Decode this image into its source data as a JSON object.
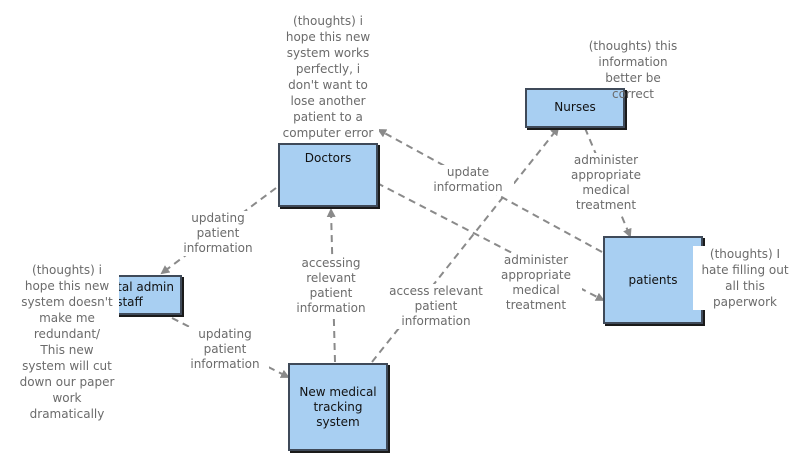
{
  "nodes": {
    "doctors": "Doctors",
    "nurses": "Nurses",
    "patients": "patients",
    "admin_staff": "hospital admin\nstaff",
    "tracking_system": "New medical\ntracking\nsystem"
  },
  "thoughts": {
    "doctors": "(thoughts) i\nhope this new\nsystem works\nperfectly, i\ndon't want to\nlose another\npatient to a\ncomputer error",
    "nurses": "(thoughts) this\ninformation\nbetter be\ncorrect",
    "patients": "(thoughts) I\nhate filling out\nall this\npaperwork",
    "admin_staff": "(thoughts) i\nhope this new\nsystem doesn't\nmake me\nredundant/\nThis new\nsystem will cut\ndown our paper\nwork\ndramatically"
  },
  "edges": {
    "doctors_to_admin": "updating\npatient\ninformation",
    "admin_to_system": "updating\npatient\ninformation",
    "system_to_doctors": "accessing\nrelevant\npatient\ninformation",
    "system_to_nurses": "access relevant\npatient\ninformation",
    "patients_to_doctors": "update\ninformation",
    "nurses_to_patients": "administer\nappropriate\nmedical\ntreatment",
    "doctors_to_patients": "administer\nappropriate\nmedical\ntreatment"
  },
  "colors": {
    "box_fill": "#a8cff2",
    "box_border": "#3f4a59",
    "connector": "#8a8a8a",
    "label_text": "#6b6b6b"
  }
}
